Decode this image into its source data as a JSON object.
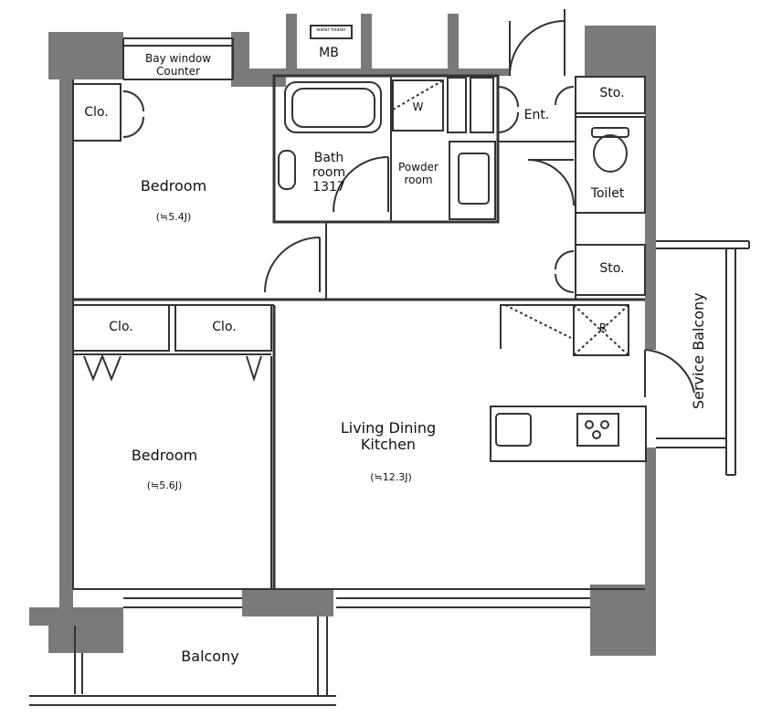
{
  "rooms": {
    "bedroom1": {
      "name": "Bedroom",
      "size": "(≒5.4J)"
    },
    "bedroom2": {
      "name": "Bedroom",
      "size": "(≒5.6J)"
    },
    "ldk": {
      "name_line1": "Living Dining",
      "name_line2": "Kitchen",
      "size": "(≒12.3J)"
    },
    "bath": {
      "line1": "Bath",
      "line2": "room",
      "line3": "1317"
    },
    "powder": {
      "line1": "Powder",
      "line2": "room"
    },
    "toilet": "Toilet",
    "entrance": "Ent.",
    "mb": "MB",
    "water_heater": "water heater",
    "washer": "W",
    "fridge": "R",
    "bay_window": {
      "line1": "Bay window",
      "line2": "Counter"
    }
  },
  "closets": {
    "clo1": "Clo.",
    "clo2": "Clo.",
    "clo3": "Clo."
  },
  "storage": {
    "sto1": "Sto.",
    "sto2": "Sto."
  },
  "outdoor": {
    "balcony": "Balcony",
    "service_balcony": "Service Balcony"
  },
  "colors": {
    "wall": "#7a7a7a",
    "line": "#333333",
    "background": "#ffffff"
  }
}
